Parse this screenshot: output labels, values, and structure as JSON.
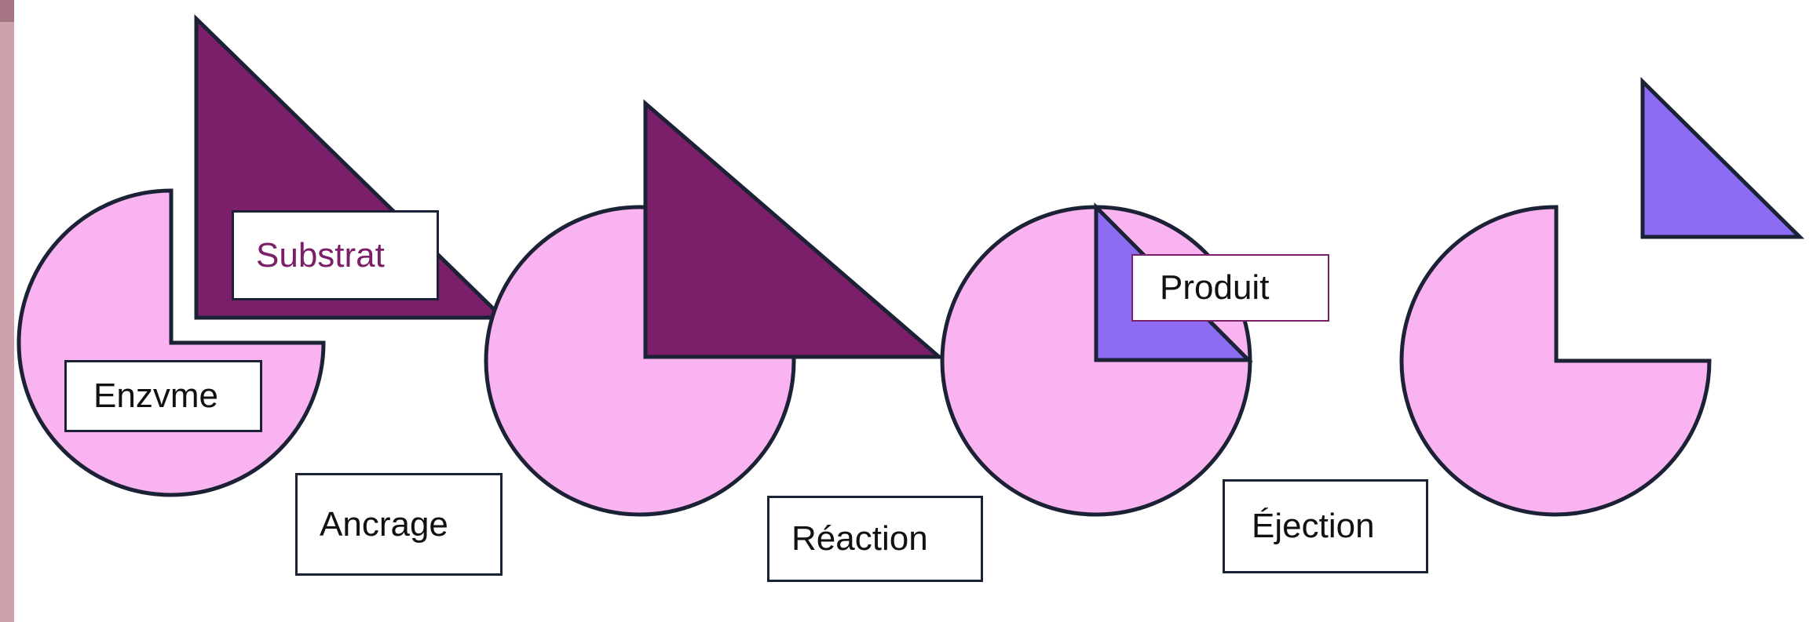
{
  "labels": {
    "substrat": "Substrat",
    "enzyme": "Enzvme",
    "produit": "Produit",
    "ancrage": "Ancrage",
    "reaction": "Réaction",
    "ejection": "Éjection"
  },
  "colors": {
    "enzyme_fill": "#f8b3f0",
    "substrate_fill": "#7b1f6a",
    "product_fill": "#8b6cf2",
    "outline": "#1b2235",
    "left_bar": "#cfa1ac"
  }
}
